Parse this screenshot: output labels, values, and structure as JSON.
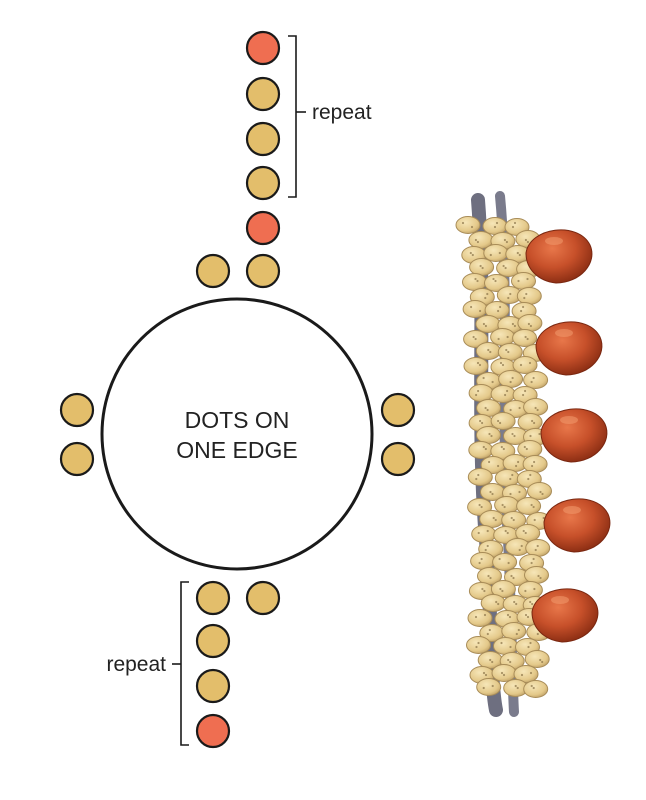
{
  "diagram": {
    "center_label_line1": "DOTS ON",
    "center_label_line2": "ONE EDGE",
    "top_repeat_label": "repeat",
    "bottom_repeat_label": "repeat"
  },
  "colors": {
    "seed_bead": "#E3BE6B",
    "accent_bead": "#EF6E51",
    "outline": "#1a1a1a"
  },
  "photo": {
    "subject": "beaded-rope-photo",
    "cord_color": "#6E6F80",
    "picasso_bead_color": "#E8CF8E",
    "drop_bead_color": "#C24A22"
  }
}
